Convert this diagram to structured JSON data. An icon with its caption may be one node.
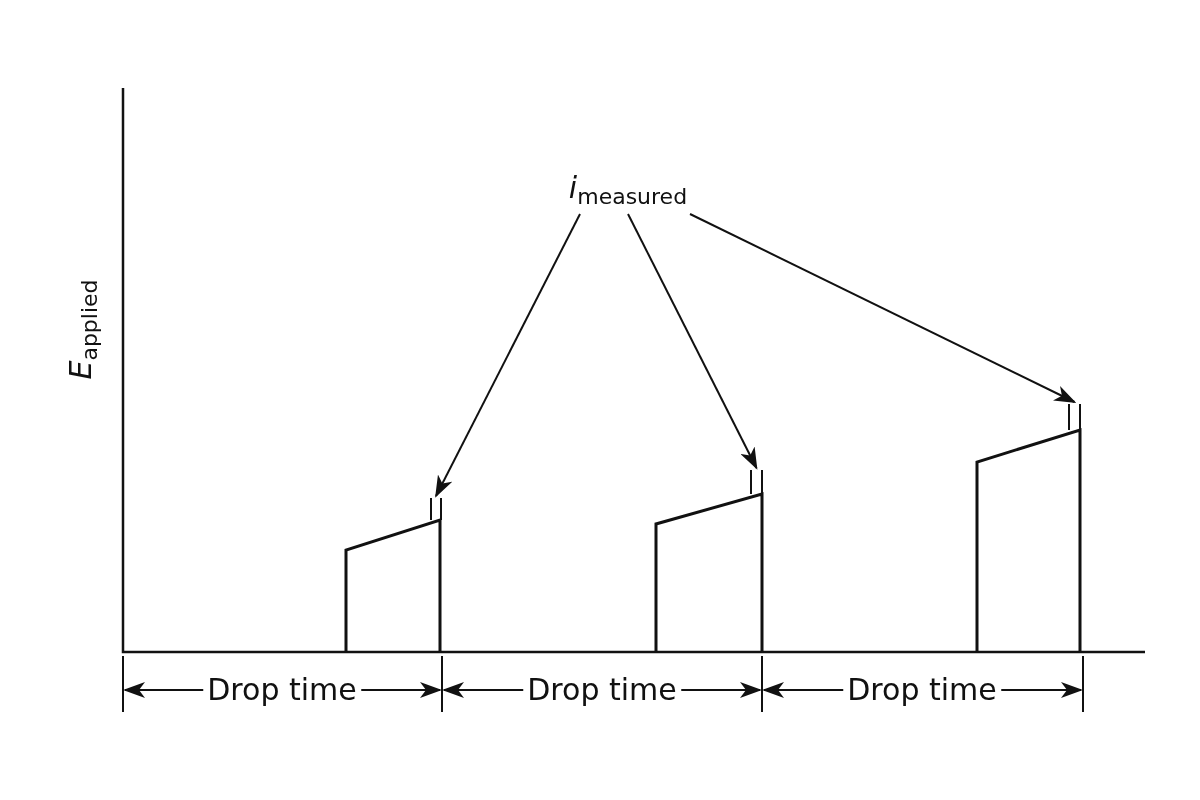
{
  "diagram": {
    "nodes": [
      {
        "text": [
          "*i*$_{measured}$"
        ]
      },
      {
        "text": [],
        "shape": "bar"
      },
      {
        "text": [],
        "shape": "bar"
      },
      {
        "text": [],
        "shape": "bar"
      }
    ],
    "edges": [
      {
        "from": 0,
        "to": 1,
        "arrow": "to"
      },
      {
        "from": 0,
        "to": 2,
        "arrow": "to"
      },
      {
        "from": 0,
        "to": 3,
        "arrow": "to"
      }
    ],
    "labels": [
      "*E*$_{applied}$",
      "Drop time",
      "Drop time",
      "Drop time"
    ]
  }
}
